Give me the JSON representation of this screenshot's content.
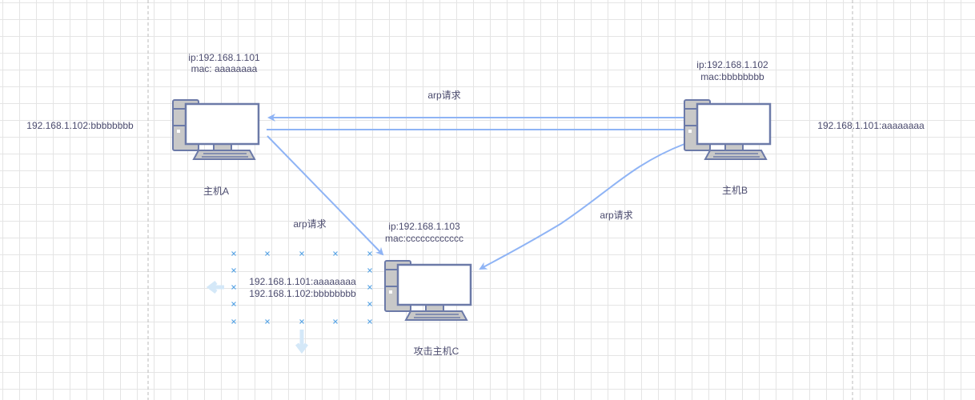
{
  "hosts": {
    "a": {
      "ip": "ip:192.168.1.101",
      "mac": "mac: aaaaaaaa",
      "name": "主机A",
      "arp_cache": "192.168.1.102:bbbbbbbb"
    },
    "b": {
      "ip": "ip:192.168.1.102",
      "mac": "mac:bbbbbbbb",
      "name": "主机B",
      "arp_cache": "192.168.1.101:aaaaaaaa"
    },
    "c": {
      "ip": "ip:192.168.1.103",
      "mac": "mac:cccccccccccc",
      "name": "攻击主机C",
      "arp_cache": [
        "192.168.1.101:aaaaaaaa",
        "192.168.1.102:bbbbbbbb"
      ]
    }
  },
  "edge_labels": {
    "ab": "arp请求",
    "ac": "arp请求",
    "bc": "arp请求"
  },
  "colors": {
    "edge": "#8fb4f5",
    "text": "#4b4b6e",
    "icon_stroke": "#6c7aa8",
    "icon_fill": "#c8c8c8"
  }
}
